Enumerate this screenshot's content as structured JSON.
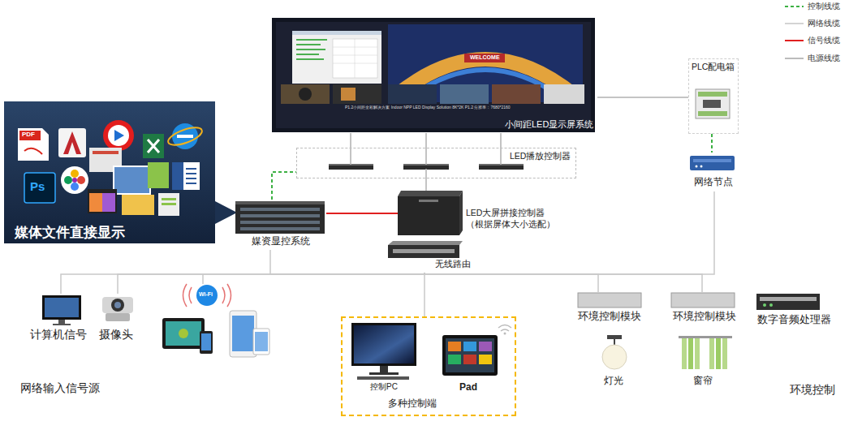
{
  "diagram": {
    "nodes": [
      {
        "text": [
          "小间距LED显示屏系统"
        ]
      },
      {
        "text": [
          "LED播放控制器"
        ]
      },
      {
        "text": [
          "媒体文件直接显示"
        ]
      },
      {
        "text": [
          "媒资显控系统"
        ]
      },
      {
        "text": [
          "LED大屏拼接控制器",
          "（根据屏体大小选配）"
        ]
      },
      {
        "text": [
          "无线路由"
        ]
      },
      {
        "text": [
          "PLC配电箱"
        ]
      },
      {
        "text": [
          "网络节点"
        ]
      },
      {
        "text": [
          "计算机信号"
        ]
      },
      {
        "text": [
          "摄像头"
        ]
      },
      {
        "text": [
          "多种控制端"
        ]
      },
      {
        "text": [
          "控制PC"
        ],
        "in": 10
      },
      {
        "text": [
          "Pad"
        ],
        "in": 10
      },
      {
        "text": [
          "环境控制模块"
        ]
      },
      {
        "text": [
          "环境控制模块"
        ]
      },
      {
        "text": [
          "灯光"
        ]
      },
      {
        "text": [
          "窗帘"
        ]
      },
      {
        "text": [
          "数字音频处理器"
        ]
      }
    ],
    "edges": [
      {
        "from": 0,
        "to": 1,
        "arrow": "none"
      },
      {
        "from": 0,
        "to": 6,
        "arrow": "none"
      },
      {
        "from": 3,
        "to": 1,
        "arrow": "none"
      },
      {
        "from": 3,
        "to": 4,
        "arrow": "none"
      },
      {
        "from": 4,
        "to": 1,
        "arrow": "none"
      },
      {
        "from": 6,
        "to": 7,
        "arrow": "none"
      },
      {
        "from": 5,
        "to": 3,
        "arrow": "none"
      },
      {
        "from": 5,
        "to": 7,
        "arrow": "none"
      },
      {
        "from": 5,
        "to": 8,
        "arrow": "none"
      },
      {
        "from": 5,
        "to": 9,
        "arrow": "none"
      },
      {
        "from": 5,
        "to": 10,
        "arrow": "none"
      },
      {
        "from": 5,
        "to": 13,
        "arrow": "none"
      },
      {
        "from": 5,
        "to": 14,
        "arrow": "none"
      }
    ],
    "labels": [
      "网络输入信号源",
      "环境控制",
      "P1.2小间距全彩解决方案 Indoor NPP LED Display Solution 8K*2K P1.2 分辨率：7680*2160",
      "WELCOME",
      "PDF",
      "Ps",
      "Wi-Fi"
    ],
    "legend": [
      {
        "text": "控制线缆"
      },
      {
        "text": "网络线缆"
      },
      {
        "text": "信号线缆"
      },
      {
        "text": "电源线缆"
      }
    ]
  }
}
